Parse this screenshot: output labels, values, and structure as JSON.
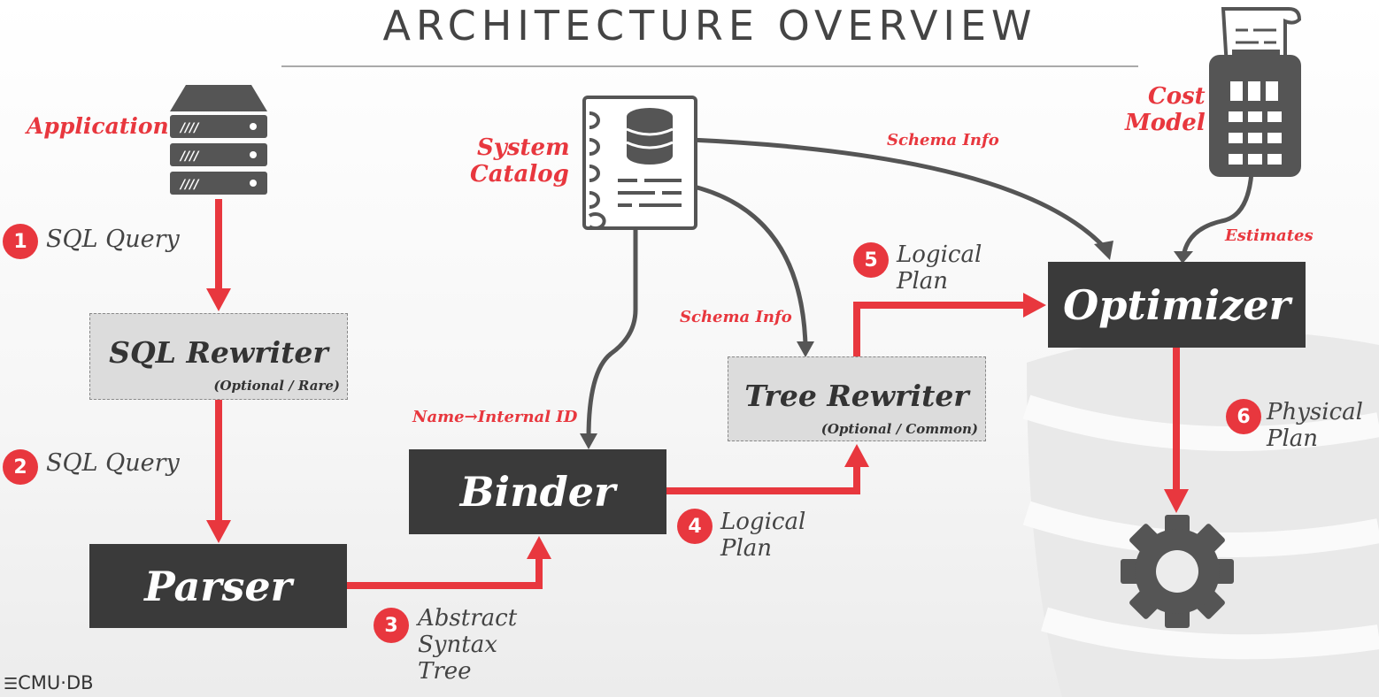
{
  "title": "ARCHITECTURE OVERVIEW",
  "labels": {
    "application": "Application",
    "system_catalog_1": "System",
    "system_catalog_2": "Catalog",
    "cost_model_1": "Cost",
    "cost_model_2": "Model",
    "schema_info_top": "Schema Info",
    "schema_info_mid": "Schema Info",
    "estimates": "Estimates",
    "name_internal_id": "Name→Internal ID"
  },
  "boxes": {
    "sql_rewriter": "SQL Rewriter",
    "sql_rewriter_sub": "(Optional / Rare)",
    "parser": "Parser",
    "binder": "Binder",
    "tree_rewriter": "Tree Rewriter",
    "tree_rewriter_sub": "(Optional / Common)",
    "optimizer": "Optimizer"
  },
  "steps": [
    {
      "num": "1",
      "text": "SQL Query"
    },
    {
      "num": "2",
      "text": "SQL Query"
    },
    {
      "num": "3",
      "line1": "Abstract",
      "line2": "Syntax",
      "line3": "Tree"
    },
    {
      "num": "4",
      "line1": "Logical",
      "line2": "Plan"
    },
    {
      "num": "5",
      "line1": "Logical",
      "line2": "Plan"
    },
    {
      "num": "6",
      "line1": "Physical",
      "line2": "Plan"
    }
  ],
  "logo": "CMU·DB",
  "icons": [
    "server-icon",
    "catalog-notebook-icon",
    "database-icon",
    "calculator-receipt-icon",
    "gear-icon",
    "database-watermark-icon"
  ],
  "colors": {
    "accent": "#e8373e",
    "dark": "#3a3a3a",
    "light_box": "#dcdcdc"
  }
}
